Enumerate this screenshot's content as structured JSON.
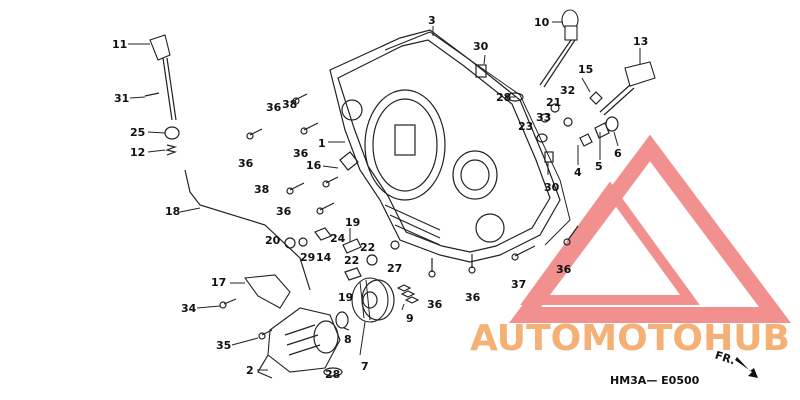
{
  "diagram": {
    "code": "HM3A— E0500",
    "direction_label": "FR.",
    "watermark": {
      "text": "AUTOMOTOHUB",
      "color": "#f08a3c",
      "logo_color": "#ee5a5a"
    },
    "callouts": [
      {
        "id": "c1",
        "text": "1"
      },
      {
        "id": "c2",
        "text": "2"
      },
      {
        "id": "c3",
        "text": "3"
      },
      {
        "id": "c4",
        "text": "4"
      },
      {
        "id": "c5",
        "text": "5"
      },
      {
        "id": "c6",
        "text": "6"
      },
      {
        "id": "c7",
        "text": "7"
      },
      {
        "id": "c8",
        "text": "8"
      },
      {
        "id": "c9",
        "text": "9"
      },
      {
        "id": "c10",
        "text": "10"
      },
      {
        "id": "c11",
        "text": "11"
      },
      {
        "id": "c12",
        "text": "12"
      },
      {
        "id": "c13",
        "text": "13"
      },
      {
        "id": "c14",
        "text": "14"
      },
      {
        "id": "c15",
        "text": "15"
      },
      {
        "id": "c16",
        "text": "16"
      },
      {
        "id": "c17",
        "text": "17"
      },
      {
        "id": "c18",
        "text": "18"
      },
      {
        "id": "c19a",
        "text": "19"
      },
      {
        "id": "c19b",
        "text": "19"
      },
      {
        "id": "c20",
        "text": "20"
      },
      {
        "id": "c21",
        "text": "21"
      },
      {
        "id": "c22a",
        "text": "22"
      },
      {
        "id": "c22b",
        "text": "22"
      },
      {
        "id": "c23",
        "text": "23"
      },
      {
        "id": "c24",
        "text": "24"
      },
      {
        "id": "c25",
        "text": "25"
      },
      {
        "id": "c27",
        "text": "27"
      },
      {
        "id": "c28a",
        "text": "28"
      },
      {
        "id": "c28b",
        "text": "28"
      },
      {
        "id": "c29",
        "text": "29"
      },
      {
        "id": "c30a",
        "text": "30"
      },
      {
        "id": "c30b",
        "text": "30"
      },
      {
        "id": "c31",
        "text": "31"
      },
      {
        "id": "c32",
        "text": "32"
      },
      {
        "id": "c33",
        "text": "33"
      },
      {
        "id": "c34",
        "text": "34"
      },
      {
        "id": "c35",
        "text": "35"
      },
      {
        "id": "c36a",
        "text": "36"
      },
      {
        "id": "c36b",
        "text": "36"
      },
      {
        "id": "c36c",
        "text": "36"
      },
      {
        "id": "c36d",
        "text": "36"
      },
      {
        "id": "c36e",
        "text": "36"
      },
      {
        "id": "c36f",
        "text": "36"
      },
      {
        "id": "c36g",
        "text": "36"
      },
      {
        "id": "c37",
        "text": "37"
      },
      {
        "id": "c38a",
        "text": "38"
      },
      {
        "id": "c38b",
        "text": "38"
      }
    ]
  }
}
